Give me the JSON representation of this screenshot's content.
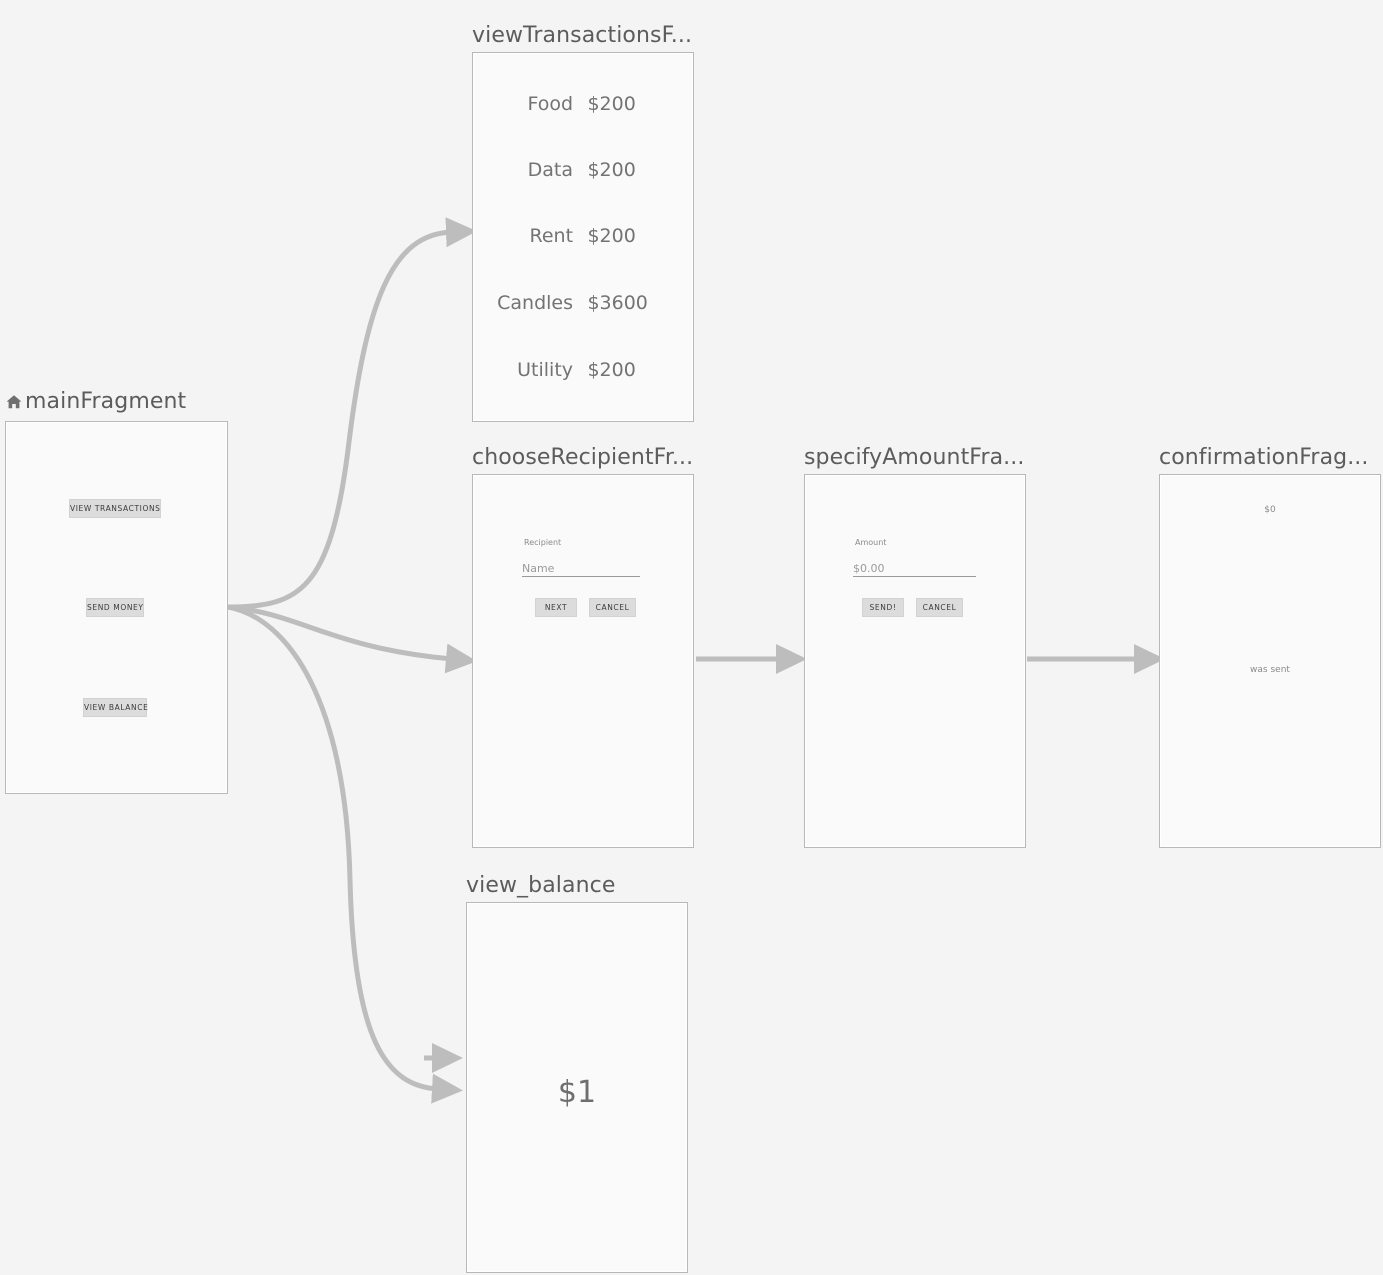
{
  "canvas": {
    "background": "#f4f4f4",
    "edge_color": "#bdbdbd",
    "node_border": "#b8b8b8",
    "node_fill": "#fafafa",
    "title_color": "#5c5c5c"
  },
  "nodes": {
    "main": {
      "title": "mainFragment",
      "is_start": true,
      "start_icon": "home-icon",
      "buttons": [
        {
          "label": "VIEW TRANSACTIONS"
        },
        {
          "label": "SEND MONEY"
        },
        {
          "label": "VIEW BALANCE"
        }
      ]
    },
    "view_transactions": {
      "title": "viewTransactionsF...",
      "rows": [
        {
          "name": "Food",
          "amount": "$200"
        },
        {
          "name": "Data",
          "amount": "$200"
        },
        {
          "name": "Rent",
          "amount": "$200"
        },
        {
          "name": "Candles",
          "amount": "$3600"
        },
        {
          "name": "Utility",
          "amount": "$200"
        }
      ]
    },
    "choose_recipient": {
      "title": "chooseRecipientFr...",
      "field_label": "Recipient",
      "field_placeholder": "Name",
      "buttons": [
        {
          "label": "NEXT"
        },
        {
          "label": "CANCEL"
        }
      ]
    },
    "specify_amount": {
      "title": "specifyAmountFra...",
      "field_label": "Amount",
      "field_placeholder": "$0.00",
      "buttons": [
        {
          "label": "SEND!"
        },
        {
          "label": "CANCEL"
        }
      ]
    },
    "confirmation": {
      "title": "confirmationFrag...",
      "amount_text": "$0",
      "status_text": "was sent"
    },
    "view_balance": {
      "title": "view_balance",
      "balance": "$1"
    }
  }
}
